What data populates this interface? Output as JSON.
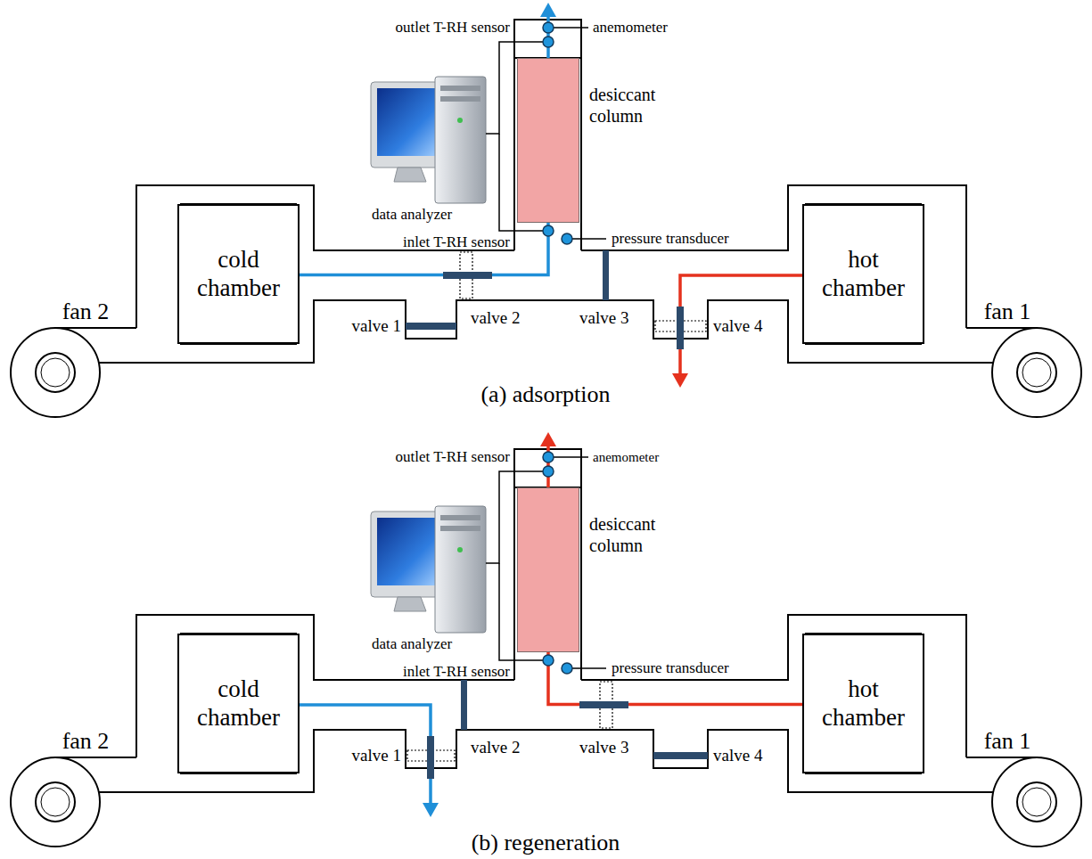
{
  "diagram": {
    "nodes": [
      {
        "text": [
          "cold chamber"
        ]
      },
      {
        "text": [
          "desiccant column"
        ]
      },
      {
        "text": [
          "hot chamber"
        ]
      },
      {
        "text": [
          "cold chamber"
        ]
      },
      {
        "text": [
          "desiccant column"
        ]
      },
      {
        "text": [
          "hot chamber"
        ]
      }
    ],
    "edges": [
      {
        "from": 0,
        "to": 1,
        "arrow": "none"
      },
      {
        "from": 5,
        "to": 4,
        "arrow": "none"
      }
    ],
    "labels": [
      "anemometer",
      "outlet T-RH sensor",
      "data analyzer",
      "inlet T-RH sensor",
      "pressure transducer",
      "fan 2",
      "valve 1",
      "valve 2",
      "valve 3",
      "valve 4",
      "fan 1",
      "(a) adsorption",
      "anemometer",
      "outlet T-RH sensor",
      "data analyzer",
      "inlet T-RH sensor",
      "pressure transducer",
      "fan 2",
      "valve 1",
      "valve 2",
      "valve 3",
      "valve 4",
      "fan 1",
      "(b) regeneration"
    ]
  }
}
